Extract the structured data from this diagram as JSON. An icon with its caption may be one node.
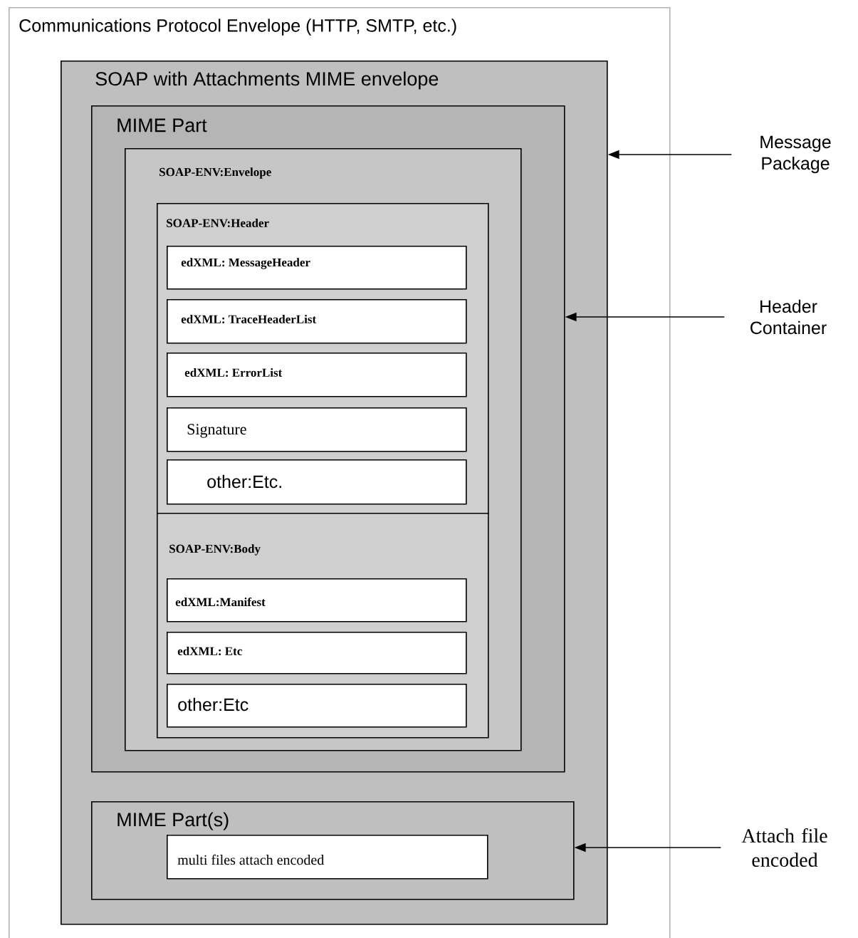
{
  "diagram": {
    "nodes": [
      {
        "text": [
          "Communications Protocol Envelope (HTTP, SMTP, etc.)"
        ]
      },
      {
        "text": [
          "SOAP with Attachments MIME envelope"
        ],
        "in": 0
      },
      {
        "text": [
          "MIME Part"
        ],
        "in": 1
      },
      {
        "text": [
          "SOAP-ENV:Envelope"
        ],
        "in": 2
      },
      {
        "text": [
          "SOAP-ENV:Header"
        ],
        "in": 3
      },
      {
        "text": [
          "edXML: MessageHeader"
        ],
        "in": 4
      },
      {
        "text": [
          "edXML: TraceHeaderList"
        ],
        "in": 4
      },
      {
        "text": [
          "edXML: ErrorList"
        ],
        "in": 4
      },
      {
        "text": [
          "Signature"
        ],
        "in": 4
      },
      {
        "text": [
          "other:Etc."
        ],
        "in": 4
      },
      {
        "text": [
          "SOAP-ENV:Body"
        ],
        "in": 3
      },
      {
        "text": [
          "edXML:Manifest"
        ],
        "in": 10
      },
      {
        "text": [
          "edXML: Etc"
        ],
        "in": 10
      },
      {
        "text": [
          "other:Etc"
        ],
        "in": 10
      },
      {
        "text": [
          "MIME Part(s)"
        ],
        "in": 1
      },
      {
        "text": [
          "multi files attach encoded"
        ],
        "in": 14
      },
      {
        "text": [
          "Message Package"
        ]
      },
      {
        "text": [
          "Header Container"
        ]
      },
      {
        "text": [
          "Attach file encoded"
        ]
      }
    ],
    "edges": [
      {
        "from": 16,
        "to": 1,
        "arrow": "to"
      },
      {
        "from": 17,
        "to": 2,
        "arrow": "to"
      },
      {
        "from": 18,
        "to": 14,
        "arrow": "to"
      }
    ]
  }
}
